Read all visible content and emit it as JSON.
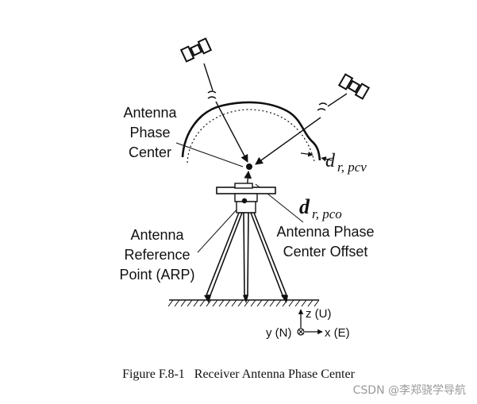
{
  "labels": {
    "apc_line1": "Antenna",
    "apc_line2": "Phase",
    "apc_line3": "Center",
    "arp_line1": "Antenna",
    "arp_line2": "Reference",
    "arp_line3": "Point (ARP)",
    "apco_line1": "Antenna Phase",
    "apco_line2": "Center Offset",
    "pco_main": "d",
    "pco_sub": "r, pco",
    "pcv_main": "d",
    "pcv_sub": "r, pcv"
  },
  "axes": {
    "z": "z (U)",
    "y": "y (N)",
    "x": "x (E)"
  },
  "caption": "Figure F.8-1   Receiver Antenna Phase Center",
  "watermark": "CSDN @李郑骁学导航"
}
